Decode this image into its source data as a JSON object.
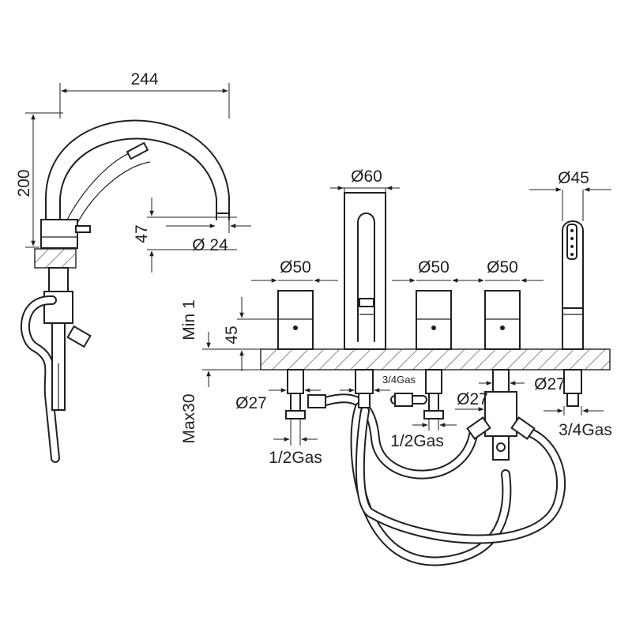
{
  "dimensions": {
    "spout_width": "244",
    "spout_height": "200",
    "spout_outlet_height": "47",
    "spout_outlet_diameter": "Ø 24",
    "spout_body_diameter": "Ø60",
    "handle_diameter_left": "Ø50",
    "handle_diameter_mid": "Ø50",
    "handle_diameter_right": "Ø50",
    "shower_diameter": "Ø45",
    "handle_height": "45",
    "deck_min": "Min 1",
    "deck_max": "Max30",
    "shank_diameter_left": "Ø27",
    "shank_diameter_right": "Ø27",
    "shank_diameter_mid": "Ø27",
    "thread_left": "1/2Gas",
    "thread_mid": "1/2Gas",
    "thread_spout": "3/4Gas",
    "thread_shower": "3/4Gas"
  }
}
